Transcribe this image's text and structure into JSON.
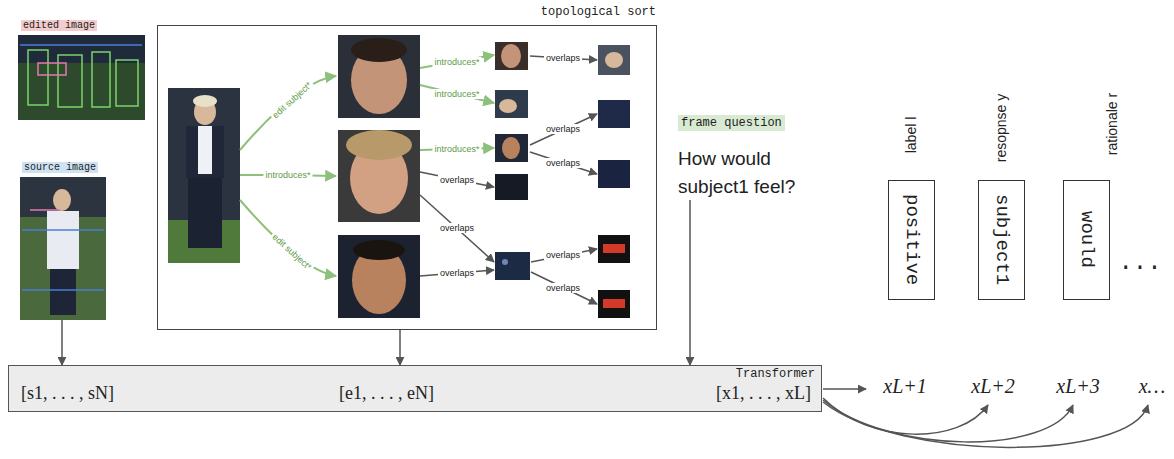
{
  "diagram": {
    "nodes": [
      {
        "text": [
          "edited image"
        ]
      },
      {
        "text": [
          "source image"
        ]
      },
      {
        "text": [
          "topological sort"
        ]
      },
      {
        "text": [
          "frame question",
          "How would subject1 feel?"
        ]
      },
      {
        "text": [
          "Transformer",
          "[s1, . . . , sN]",
          "[e1, . . . , eN]",
          "[x1, . . . , xL]"
        ]
      },
      {
        "text": [
          "positive"
        ]
      },
      {
        "text": [
          "subject1"
        ]
      },
      {
        "text": [
          "would"
        ]
      }
    ],
    "edges": [
      {
        "from": 1,
        "to": 4,
        "arrow": "to"
      },
      {
        "from": 2,
        "to": 4,
        "arrow": "to"
      },
      {
        "from": 3,
        "to": 4,
        "arrow": "to"
      }
    ],
    "labels": [
      "edit subject*",
      "introduces*",
      "edit subject*",
      "introduces*",
      "introduces*",
      "overlaps",
      "introduces*",
      "overlaps",
      "overlaps",
      "overlaps",
      "overlaps",
      "overlaps",
      "overlaps",
      "overlaps",
      "label l",
      "resopnse y",
      "rationale r",
      "...",
      "xL+1",
      "xL+2",
      "xL+3",
      "x…"
    ]
  }
}
